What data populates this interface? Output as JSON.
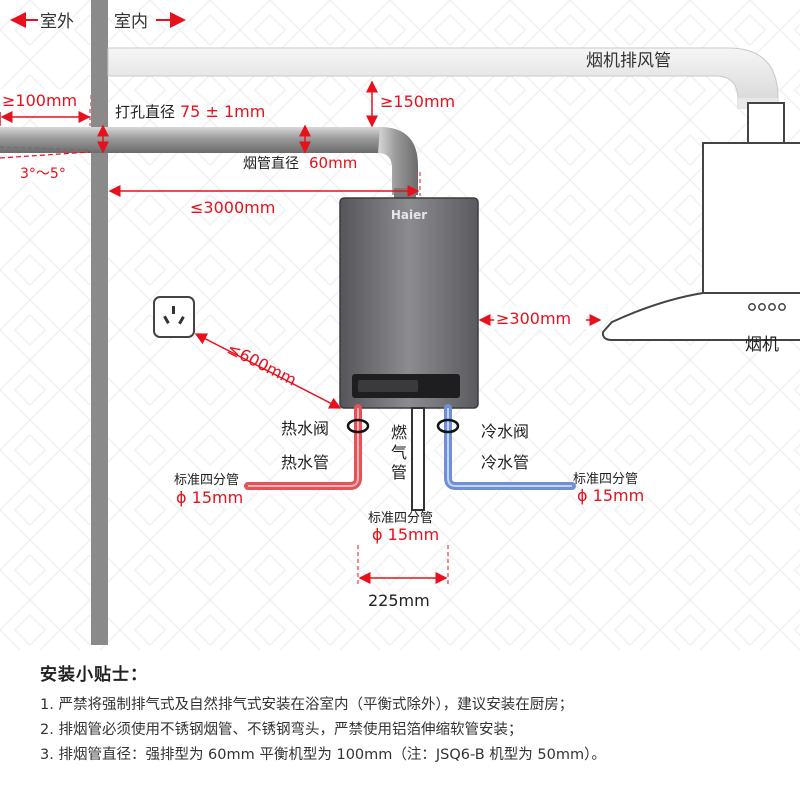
{
  "labels": {
    "outdoor": "室外",
    "indoor": "室内",
    "exhaust_pipe": "烟机排风管",
    "range_hood": "烟机",
    "brand": "Haier",
    "hot_valve": "热水阀",
    "hot_pipe": "热水管",
    "cold_valve": "冷水阀",
    "cold_pipe": "冷水管",
    "gas_pipe_1": "燃",
    "gas_pipe_2": "气",
    "gas_pipe_3": "管",
    "std_pipe_left": "标准四分管",
    "std_pipe_mid": "标准四分管",
    "std_pipe_right": "标准四分管",
    "dia_left": "ϕ 15mm",
    "dia_mid": "ϕ 15mm",
    "dia_right": "ϕ 15mm"
  },
  "dimensions": {
    "protrude": "≥100mm",
    "hole_prefix": "打孔直径",
    "hole_value": "75 ± 1mm",
    "slope": "3°～5°",
    "flue_prefix": "烟管直径",
    "flue_value": "60mm",
    "top_gap": "≥150mm",
    "horizontal_max": "≤3000mm",
    "side_gap": "≥300mm",
    "socket_distance": "≤600mm",
    "pipe_spacing": "225mm"
  },
  "tips": {
    "title": "安装小贴士：",
    "items": [
      "1. 严禁将强制排气式及自然排气式安装在浴室内（平衡式除外），建议安装在厨房；",
      "2. 排烟管必须使用不锈钢烟管、不锈钢弯头，严禁使用铝箔伸缩软管安装；",
      "3. 排烟管直径：强排型为 60mm 平衡机型为 100mm（注：JSQ6-B 机型为 50mm）。"
    ]
  },
  "colors": {
    "red": "#e8101c",
    "hot": "#e8505a",
    "cold": "#6f8fd8",
    "wall": "#888888"
  }
}
